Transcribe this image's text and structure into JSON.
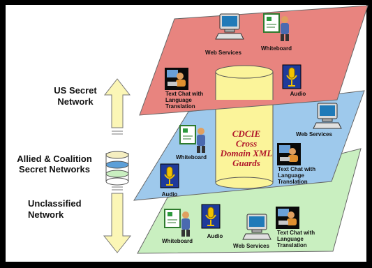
{
  "colors": {
    "frame": "#000000",
    "background": "#ffffff",
    "layer_top": "#e8847f",
    "layer_middle": "#9ec9ec",
    "layer_bottom": "#c9efc0",
    "cylinder": "#fbf49a",
    "arrow": "#fbf6b6",
    "disk_blue": "#5c9fd8",
    "disk_green": "#c9efc0",
    "guard_text": "#b0162a"
  },
  "networks": {
    "us_secret": [
      "US Secret",
      "Network"
    ],
    "allied": [
      "Allied & Coalition",
      "Secret Networks"
    ],
    "unclassified": [
      "Unclassified",
      "Network"
    ]
  },
  "guard_label": [
    "CDCIE",
    "Cross",
    "Domain XML",
    "Guards"
  ],
  "captions": {
    "web_services": "Web Services",
    "whiteboard": "Whiteboard",
    "audio": "Audio",
    "text_chat": [
      "Text Chat with",
      "Language",
      "Translation"
    ]
  },
  "icons": {
    "computer": "computer-icon",
    "whiteboard": "whiteboard-icon",
    "microphone": "microphone-icon",
    "chat_user": "chat-user-icon"
  }
}
